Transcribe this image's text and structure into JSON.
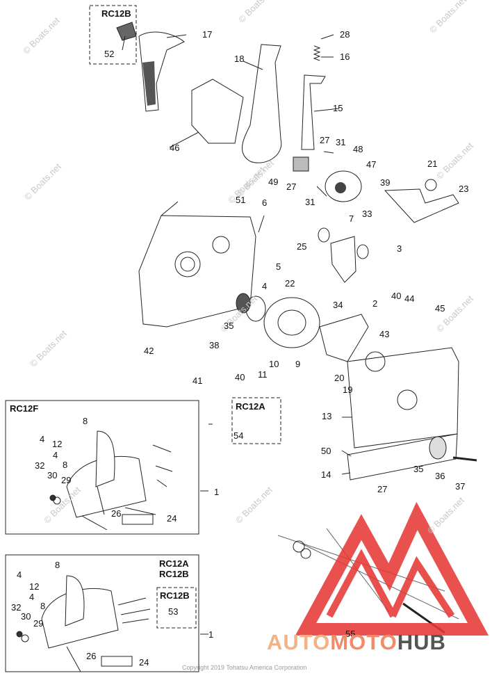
{
  "watermark": "© Boats.net",
  "copyright": "Copyright 2019 Tohatsu America Corporation",
  "logo": {
    "part1": "AUTO",
    "part2": "MOTO",
    "part3": "HUB"
  },
  "colors": {
    "logo_red": "#e53935",
    "logo_orange": "#f4b183",
    "logo_gray": "#555555"
  },
  "boxes": {
    "rc12b_top": "RC12B",
    "rc12f": "RC12F",
    "rc12a_mid": "RC12A",
    "rc12a_bottom": "RC12A",
    "rc12b_bottom": "RC12B",
    "rc12b_inner": "RC12B"
  },
  "callouts": {
    "c52": "52",
    "c17": "17",
    "c28": "28",
    "c16": "16",
    "c18": "18",
    "c15": "15",
    "c46": "46",
    "c27a": "27",
    "c31a": "31",
    "c48": "48",
    "c47": "47",
    "c49": "49",
    "c27b": "27",
    "c31b": "31",
    "c21": "21",
    "c39": "39",
    "c23": "23",
    "c51": "51",
    "c6": "6",
    "c33": "33",
    "c7": "7",
    "c25": "25",
    "c3": "3",
    "c5": "5",
    "c4": "4",
    "c22": "22",
    "c40a": "40",
    "c44": "44",
    "c2": "2",
    "c34": "34",
    "c45": "45",
    "c43": "43",
    "c35a": "35",
    "c38": "38",
    "c42": "42",
    "c10": "10",
    "c9": "9",
    "c11": "11",
    "c41": "41",
    "c40b": "40",
    "c20": "20",
    "c19": "19",
    "c13": "13",
    "c54": "54",
    "c50": "50",
    "c35b": "35",
    "c36": "36",
    "c37": "37",
    "c14": "14",
    "c27c": "27",
    "c55": "55",
    "f8": "8",
    "f4a": "4",
    "f12": "12",
    "f4b": "4",
    "f8b": "8",
    "f32": "32",
    "f30": "30",
    "f29": "29",
    "f1": "1",
    "f26": "26",
    "f24": "24",
    "g8": "8",
    "g4a": "4",
    "g12": "12",
    "g4b": "4",
    "g8b": "8",
    "g53": "53",
    "g32": "32",
    "g30": "30",
    "g29": "29",
    "g1": "1",
    "g26": "26",
    "g24": "24"
  }
}
